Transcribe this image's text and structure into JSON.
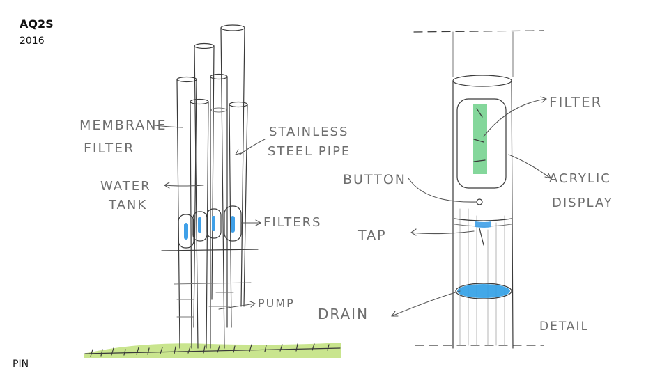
{
  "header": {
    "title": "AQ2S",
    "year": "2016"
  },
  "footer": {
    "author": "PIN"
  },
  "left_labels": {
    "membrane_line1": "MEMBRANE",
    "membrane_line2": "FILTER",
    "stainless_line1": "STAINLESS",
    "stainless_line2": "STEEL PIPE",
    "water_line1": "WATER",
    "water_line2": "TANK",
    "filters": "FILTERS",
    "pump": "PUMP"
  },
  "right_labels": {
    "filter": "FILTER",
    "button": "BUTTON",
    "acrylic_line1": "ACRYLIC",
    "acrylic_line2": "DISPLAY",
    "tap": "TAP",
    "drain": "DRAIN",
    "detail": "DETAIL"
  },
  "colors": {
    "filter_blue": "#3fa0e8",
    "filter_green": "#6fd08a",
    "drain_blue": "#2f9ee6",
    "grass": "#bfe07a",
    "ink": "#3a3a3a"
  }
}
